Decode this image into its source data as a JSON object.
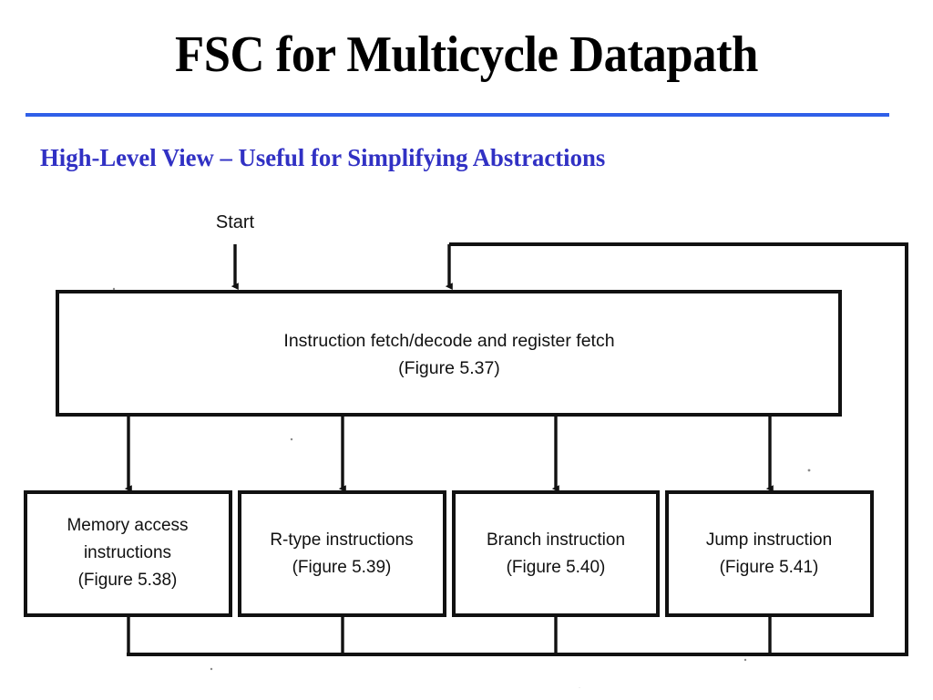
{
  "slide": {
    "title": "FSC for Multicycle Datapath",
    "subtitle": "High-Level View – Useful for Simplifying Abstractions",
    "rule_color": "#2f5fe8",
    "title_color": "#000000",
    "subtitle_color": "#3131c4",
    "background_color": "#ffffff"
  },
  "diagram": {
    "type": "flowchart",
    "start_label": "Start",
    "top_box": {
      "line1": "Instruction fetch/decode and register fetch",
      "line2": "(Figure 5.37)"
    },
    "branch_boxes": [
      {
        "line1": "Memory access",
        "line2": "instructions",
        "line3": "(Figure 5.38)"
      },
      {
        "line1": "R-type instructions",
        "line2": "(Figure 5.39)",
        "line3": ""
      },
      {
        "line1": "Branch instruction",
        "line2": "(Figure 5.40)",
        "line3": ""
      },
      {
        "line1": "Jump instruction",
        "line2": "(Figure 5.41)",
        "line3": ""
      }
    ]
  }
}
